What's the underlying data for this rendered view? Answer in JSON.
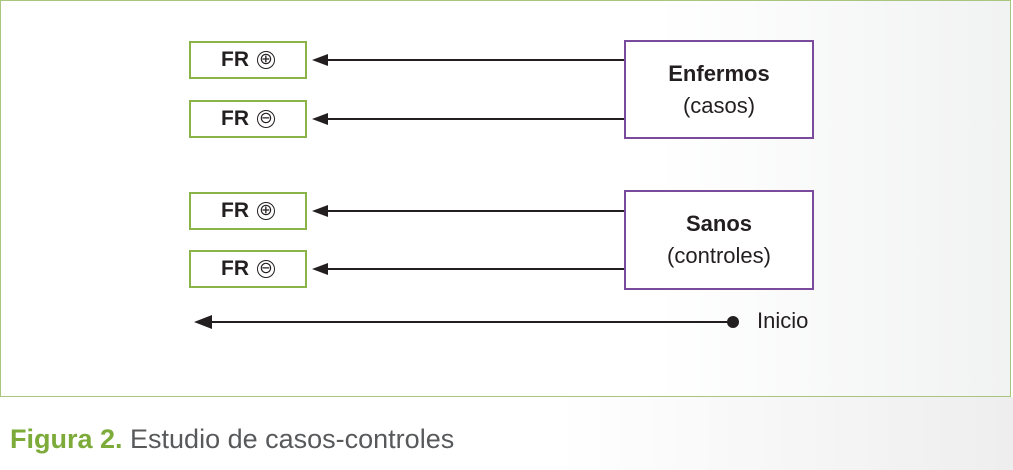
{
  "diagram": {
    "rows": [
      {
        "label": "FR",
        "sign": "⊕"
      },
      {
        "label": "FR",
        "sign": "⊖"
      },
      {
        "label": "FR",
        "sign": "⊕"
      },
      {
        "label": "FR",
        "sign": "⊖"
      }
    ],
    "groups": [
      {
        "title": "Enfermos",
        "subtitle": "(casos)"
      },
      {
        "title": "Sanos",
        "subtitle": "(controles)"
      }
    ],
    "timeline_label": "Inicio"
  },
  "caption": {
    "number": "Figura 2.",
    "text": " Estudio de casos-controles"
  },
  "colors": {
    "fr_border": "#8ab34a",
    "group_border": "#7a4a9c",
    "panel_border": "#a9c77c",
    "caption_accent": "#7cab3a"
  }
}
